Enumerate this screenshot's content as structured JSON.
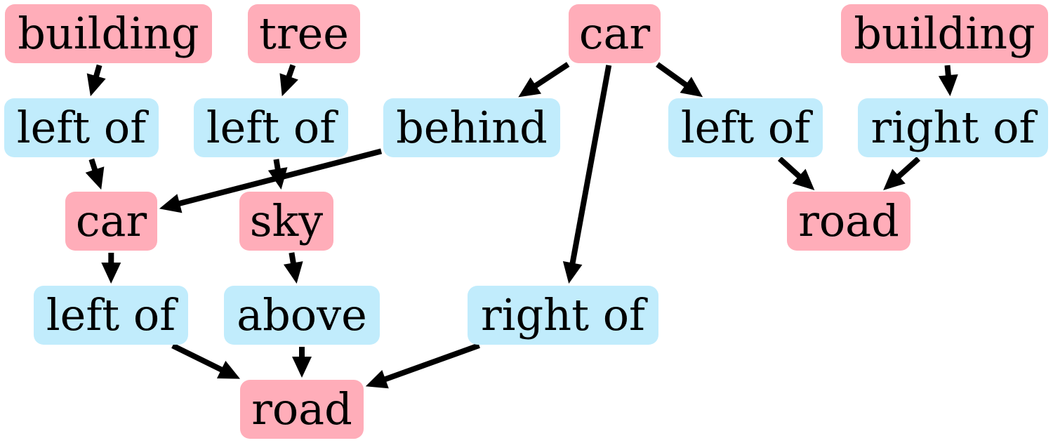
{
  "colors": {
    "object": "#ffadb9",
    "relation": "#c1ecfc",
    "edge": "#000000"
  },
  "nodes": {
    "n1": {
      "text": "building",
      "kind": "object"
    },
    "n2": {
      "text": "tree",
      "kind": "object"
    },
    "n3": {
      "text": "car",
      "kind": "object"
    },
    "n4": {
      "text": "building",
      "kind": "object"
    },
    "n5": {
      "text": "left of",
      "kind": "relation"
    },
    "n6": {
      "text": "left of",
      "kind": "relation"
    },
    "n7": {
      "text": "behind",
      "kind": "relation"
    },
    "n8": {
      "text": "left of",
      "kind": "relation"
    },
    "n9": {
      "text": "right of",
      "kind": "relation"
    },
    "n10": {
      "text": "car",
      "kind": "object"
    },
    "n11": {
      "text": "sky",
      "kind": "object"
    },
    "n12": {
      "text": "road",
      "kind": "object"
    },
    "n13": {
      "text": "left of",
      "kind": "relation"
    },
    "n14": {
      "text": "above",
      "kind": "relation"
    },
    "n15": {
      "text": "right of",
      "kind": "relation"
    },
    "n16": {
      "text": "road",
      "kind": "object"
    }
  },
  "edges": [
    [
      "n1",
      "n5"
    ],
    [
      "n5",
      "n10"
    ],
    [
      "n2",
      "n6"
    ],
    [
      "n6",
      "n11"
    ],
    [
      "n3",
      "n7"
    ],
    [
      "n7",
      "n10"
    ],
    [
      "n3",
      "n15"
    ],
    [
      "n3",
      "n8"
    ],
    [
      "n8",
      "n12"
    ],
    [
      "n4",
      "n9"
    ],
    [
      "n9",
      "n12"
    ],
    [
      "n10",
      "n13"
    ],
    [
      "n13",
      "n16"
    ],
    [
      "n11",
      "n14"
    ],
    [
      "n14",
      "n16"
    ],
    [
      "n15",
      "n16"
    ]
  ]
}
